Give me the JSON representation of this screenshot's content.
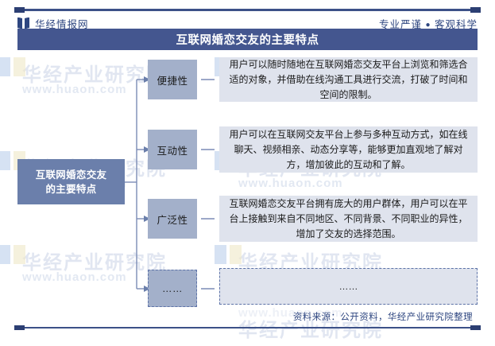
{
  "header": {
    "brand": "华经情报网",
    "tagline_left": "专业严谨",
    "tagline_sep": "●",
    "tagline_right": "客观科学",
    "logo_icon": "open-book-icon"
  },
  "title": "互联网婚恋交友的主要特点",
  "diagram": {
    "root_line1": "互联网婚恋交友",
    "root_line2": "的主要特点",
    "rows": [
      {
        "label": "便捷性",
        "desc": "用户可以随时随地在互联网婚恋交友平台上浏览和筛选合适的对象，并借助在线沟通工具进行交流，打破了时间和空间的限制。"
      },
      {
        "label": "互动性",
        "desc": "用户可以在互联网交友平台上参与多种互动方式，如在线聊天、视频相亲、动态分享等，能够更加直观地了解对方，增加彼此的互动和了解。"
      },
      {
        "label": "广泛性",
        "desc": "互联网婚恋交友平台拥有庞大的用户群体，用户可以在平台上接触到来自不同地区、不同背景、不同职业的异性，增加了交友的选择范围。"
      },
      {
        "label": "……",
        "desc": "……"
      }
    ]
  },
  "footer": {
    "source": "资料来源：公开资料，华经产业研究院整理"
  },
  "watermarks": {
    "name": "华经产业研究院",
    "url": "www.huaon.com"
  },
  "colors": {
    "accent_dark": "#2c3f73",
    "accent": "#3c5188",
    "title_band": "#44568f",
    "root_box": "#6b7fab",
    "label_box": "#a3b0ca",
    "desc_box": "#dfe3ed",
    "connector": "#7b8cb5"
  }
}
